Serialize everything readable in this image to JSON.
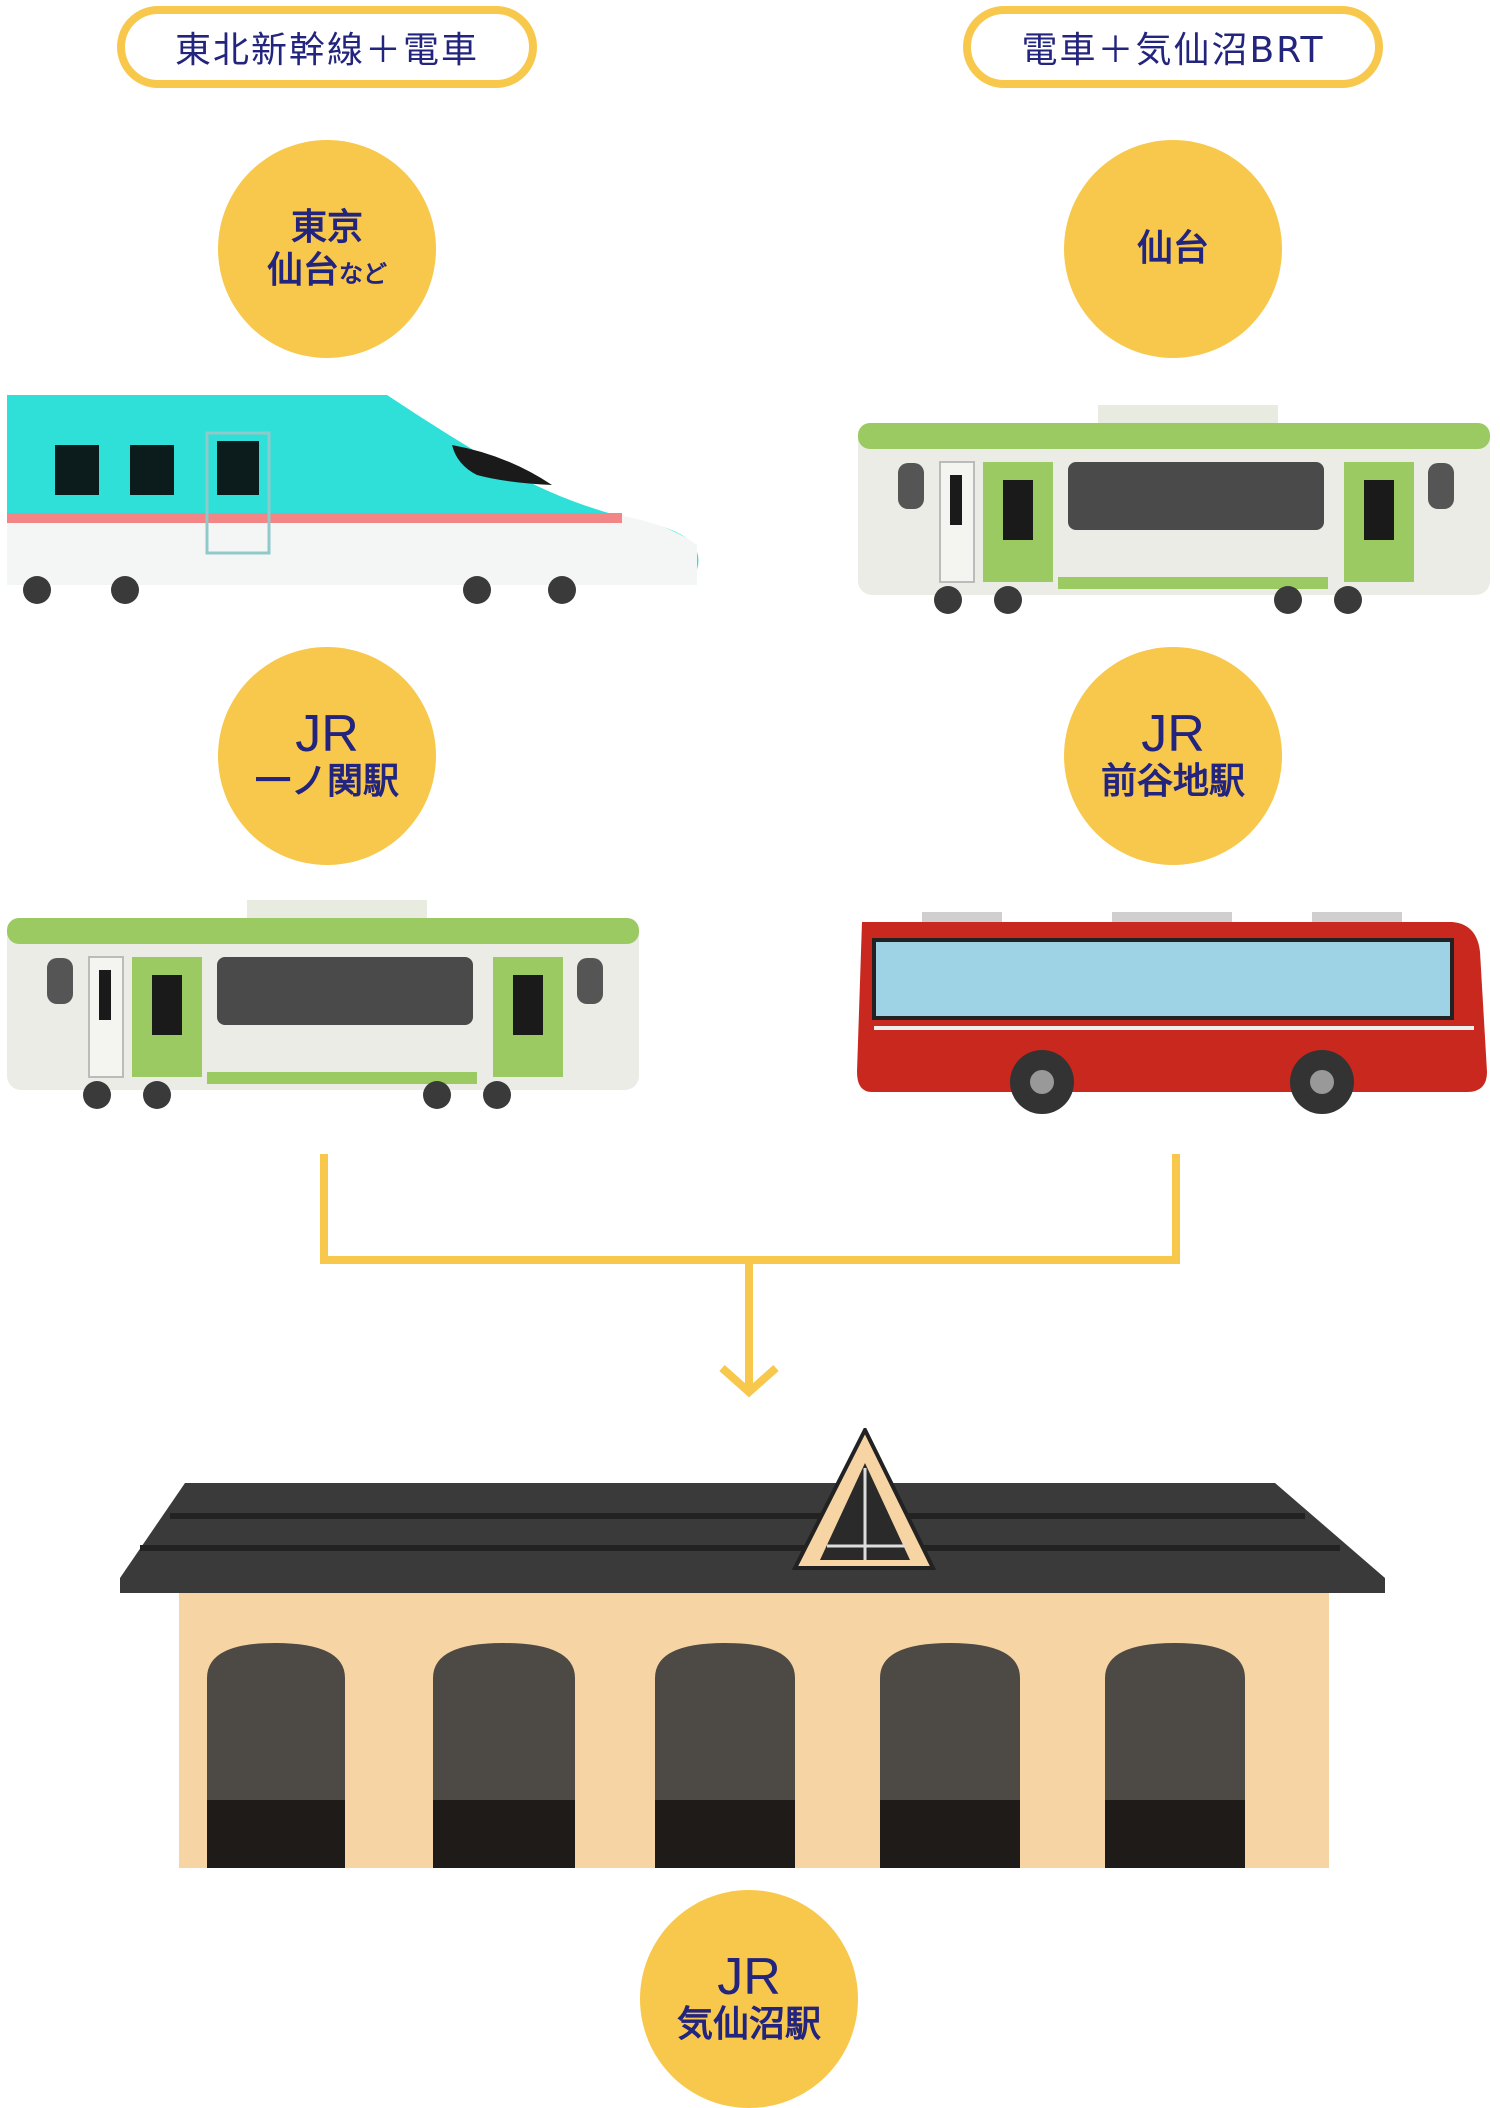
{
  "routes": [
    {
      "label": "東北新幹線＋電車",
      "origin": {
        "line1": "東京",
        "line2": "仙台",
        "suffix": "など"
      },
      "transfer": {
        "prefix": "JR",
        "name": "一ノ関駅"
      }
    },
    {
      "label": "電車＋気仙沼BRT",
      "origin": {
        "line1": "仙台"
      },
      "transfer": {
        "prefix": "JR",
        "name": "前谷地駅"
      }
    }
  ],
  "destination": {
    "prefix": "JR",
    "name": "気仙沼駅"
  },
  "colors": {
    "accent": "#f8c84c",
    "text": "#23247d"
  }
}
